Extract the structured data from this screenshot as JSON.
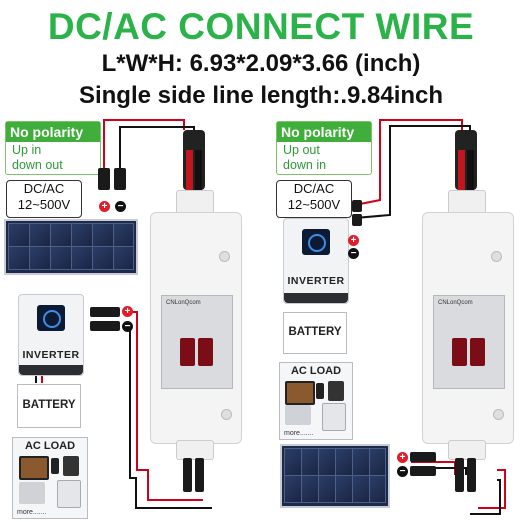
{
  "title": "DC/AC CONNECT WIRE",
  "spec_dims": "L*W*H: 6.93*2.09*3.66 (inch)",
  "spec_length": "Single side line length:.9.84inch",
  "colors": {
    "title_green": "#2bb34a",
    "polarity_green": "#3fae3a",
    "breaker_red": "#7b0d16",
    "wire_red": "#d0021b",
    "wire_black": "#111111"
  },
  "left_diagram": {
    "polarity_title": "No polarity",
    "polarity_line1": "Up in",
    "polarity_line2": "down out",
    "voltage_line1": "DC/AC",
    "voltage_line2": "12~500V",
    "inverter_label": "INVERTER",
    "battery_label": "BATTERY",
    "acload_label": "AC LOAD",
    "more_label": "more.......",
    "breaker_brand": "CNLonQcom",
    "plus_symbol": "+",
    "minus_symbol": "−"
  },
  "right_diagram": {
    "polarity_title": "No polarity",
    "polarity_line1": "Up out",
    "polarity_line2": "down in",
    "voltage_line1": "DC/AC",
    "voltage_line2": "12~500V",
    "inverter_label": "INVERTER",
    "battery_label": "BATTERY",
    "acload_label": "AC LOAD",
    "more_label": "more.......",
    "breaker_brand": "CNLonQcom",
    "plus_symbol": "+",
    "minus_symbol": "−"
  }
}
